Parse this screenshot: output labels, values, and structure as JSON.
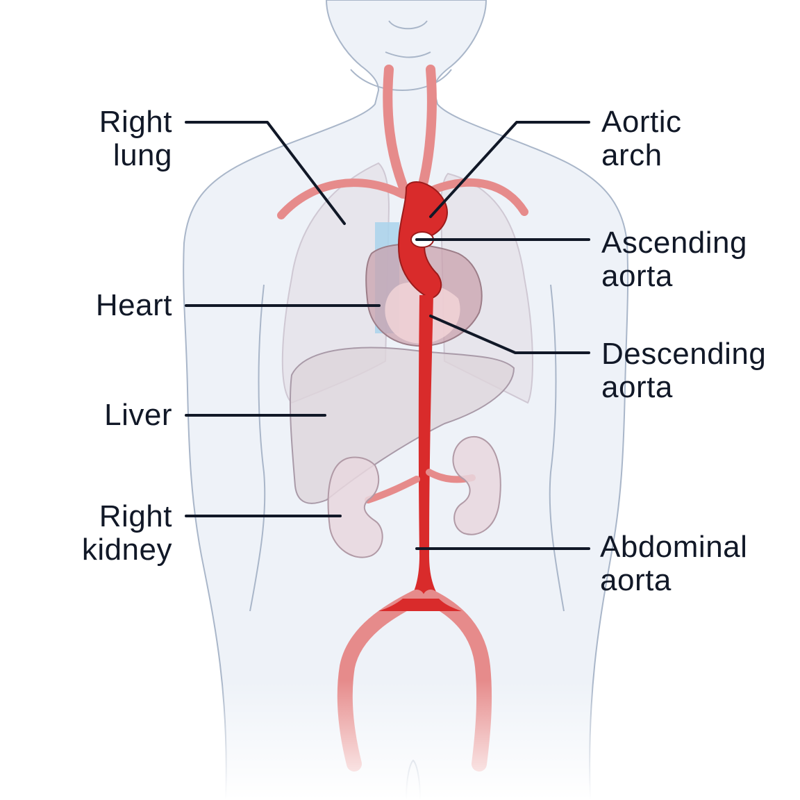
{
  "labels": {
    "right_lung": {
      "line1": "Right",
      "line2": "lung"
    },
    "heart": {
      "line1": "Heart"
    },
    "liver": {
      "line1": "Liver"
    },
    "right_kidney": {
      "line1": "Right",
      "line2": "kidney"
    },
    "aortic_arch": {
      "line1": "Aortic",
      "line2": "arch"
    },
    "ascending_aorta": {
      "line1": "Ascending",
      "line2": "aorta"
    },
    "descending_aorta": {
      "line1": "Descending",
      "line2": "aorta"
    },
    "abdominal_aorta": {
      "line1": "Abdominal",
      "line2": "aorta"
    }
  },
  "colors": {
    "body_fill": "#eef2f8",
    "body_outline": "#a9b6c9",
    "artery": "#d92b2b",
    "artery_light": "#e68b8b",
    "organ_fill": "#d9cfd8",
    "vein_blue": "#a9d3ec",
    "leader_line": "#111827",
    "text": "#111827"
  }
}
